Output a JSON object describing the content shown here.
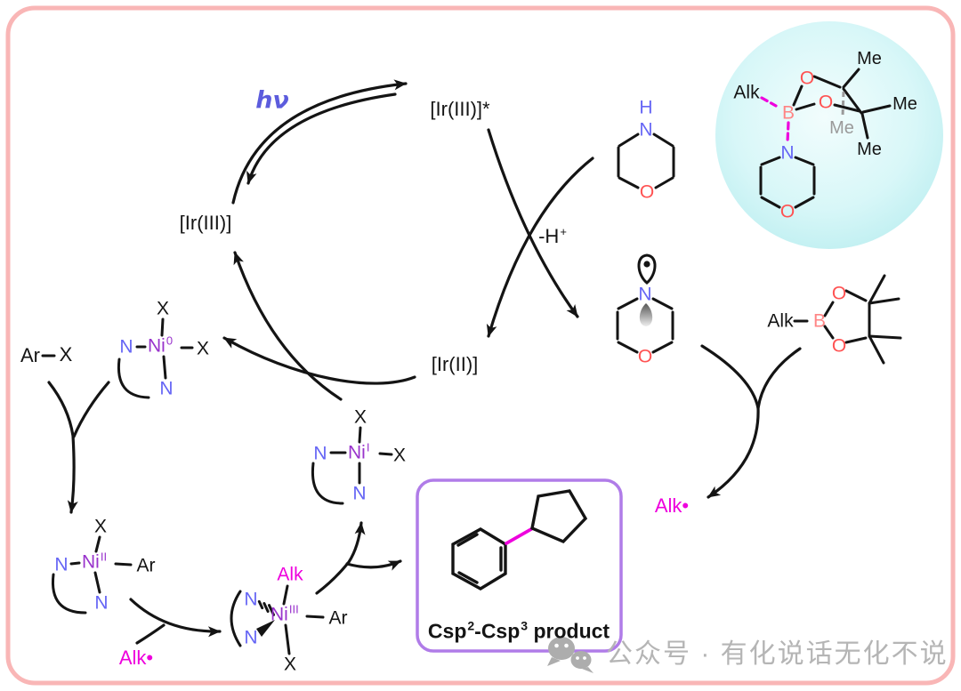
{
  "photo_cycle": {
    "hv": "hν",
    "ir3_excited": "[Ir(III)]*",
    "ir3": "[Ir(III)]",
    "ir2": "[Ir(II)]",
    "deprotonation_base": "-H",
    "deprotonation_sup": "+"
  },
  "amine": {
    "h": "H",
    "n": "N",
    "o": "O"
  },
  "aminium_radical": {
    "n": "N",
    "o": "O"
  },
  "ate_complex": {
    "alk": "Alk",
    "b": "B",
    "o1": "O",
    "o2": "O",
    "me_top": "Me",
    "me_right": "Me",
    "me_back": "Me",
    "me_bottom": "Me",
    "n": "N",
    "o_ring": "O"
  },
  "alkyl_boronate": {
    "alk": "Alk",
    "b": "B",
    "o1": "O",
    "o2": "O"
  },
  "alk_radical_right": "Alk•",
  "alk_radical_left": "Alk•",
  "aryl_halide": {
    "ar": "Ar",
    "x": "X"
  },
  "ni0": {
    "x_top": "X",
    "n1": "N",
    "ni": "Ni",
    "ox": "0",
    "x_right": "X",
    "n2": "N"
  },
  "ni2": {
    "x_top": "X",
    "n1": "N",
    "ni": "Ni",
    "ox": "II",
    "ar": "Ar",
    "n2": "N"
  },
  "ni3": {
    "alk": "Alk",
    "n1": "N",
    "n2": "N",
    "ni": "Ni",
    "ox": "III",
    "ar": "Ar",
    "x": "X"
  },
  "ni1": {
    "x_top": "X",
    "n1": "N",
    "ni": "Ni",
    "ox": "I",
    "x_right": "X",
    "n2": "N"
  },
  "product": {
    "csp2_base": "Csp",
    "csp2_sup": "2",
    "dash_csp3": "-Csp",
    "csp3_sup": "3",
    "suffix": " product"
  },
  "watermark": {
    "text": "公众号 · 有化说话无化不说"
  },
  "colors": {
    "border": "#f9b6b6",
    "product_box": "#b07ce8",
    "nickel": "#9933cc",
    "nitrogen": "#6666f5",
    "oxygen": "#ff5252",
    "boron": "#ff8585",
    "magenta": "#ee00dd",
    "photon_blue": "#5c5cdd",
    "cyan_halo": "#c9f2f4",
    "gray_me": "#9a9a9a",
    "watermark_gray": "#b5b5b5",
    "ink": "#141414"
  }
}
